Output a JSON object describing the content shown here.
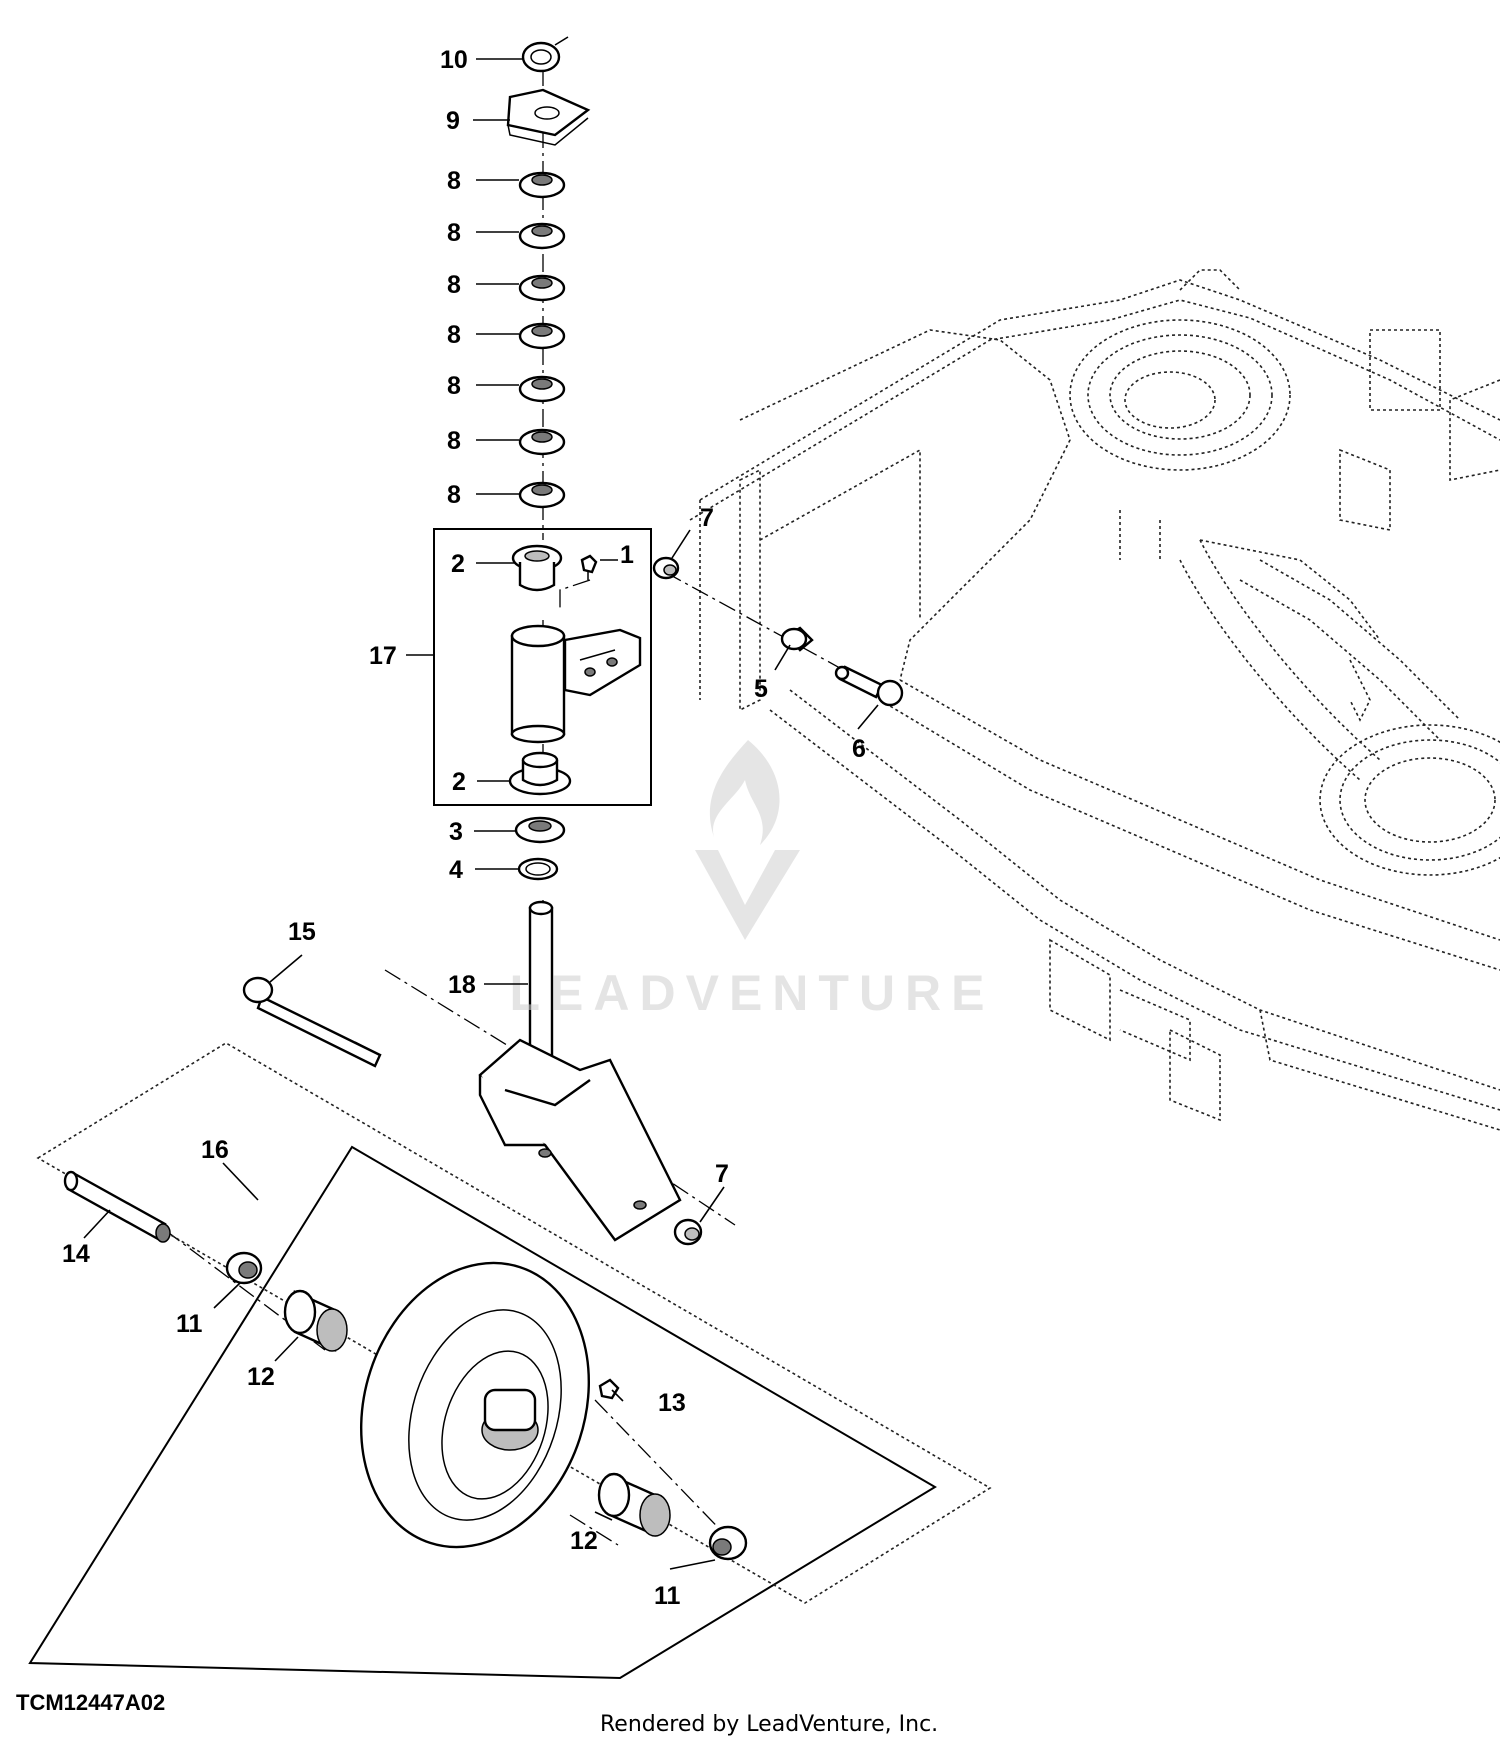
{
  "figure_id": "TCM12447A02",
  "footer": "Rendered by LeadVenture, Inc.",
  "watermark": "LEADVENTURE",
  "callouts": [
    {
      "key": "c10",
      "label": "10"
    },
    {
      "key": "c9",
      "label": "9"
    },
    {
      "key": "c8a",
      "label": "8"
    },
    {
      "key": "c8b",
      "label": "8"
    },
    {
      "key": "c8c",
      "label": "8"
    },
    {
      "key": "c8d",
      "label": "8"
    },
    {
      "key": "c8e",
      "label": "8"
    },
    {
      "key": "c8f",
      "label": "8"
    },
    {
      "key": "c8g",
      "label": "8"
    },
    {
      "key": "c2a",
      "label": "2"
    },
    {
      "key": "c1",
      "label": "1"
    },
    {
      "key": "c17",
      "label": "17"
    },
    {
      "key": "c2b",
      "label": "2"
    },
    {
      "key": "c3",
      "label": "3"
    },
    {
      "key": "c4",
      "label": "4"
    },
    {
      "key": "c7a",
      "label": "7"
    },
    {
      "key": "c5",
      "label": "5"
    },
    {
      "key": "c6",
      "label": "6"
    },
    {
      "key": "c15",
      "label": "15"
    },
    {
      "key": "c18",
      "label": "18"
    },
    {
      "key": "c16",
      "label": "16"
    },
    {
      "key": "c7b",
      "label": "7"
    },
    {
      "key": "c14",
      "label": "14"
    },
    {
      "key": "c11a",
      "label": "11"
    },
    {
      "key": "c12a",
      "label": "12"
    },
    {
      "key": "c13",
      "label": "13"
    },
    {
      "key": "c12b",
      "label": "12"
    },
    {
      "key": "c11b",
      "label": "11"
    }
  ]
}
